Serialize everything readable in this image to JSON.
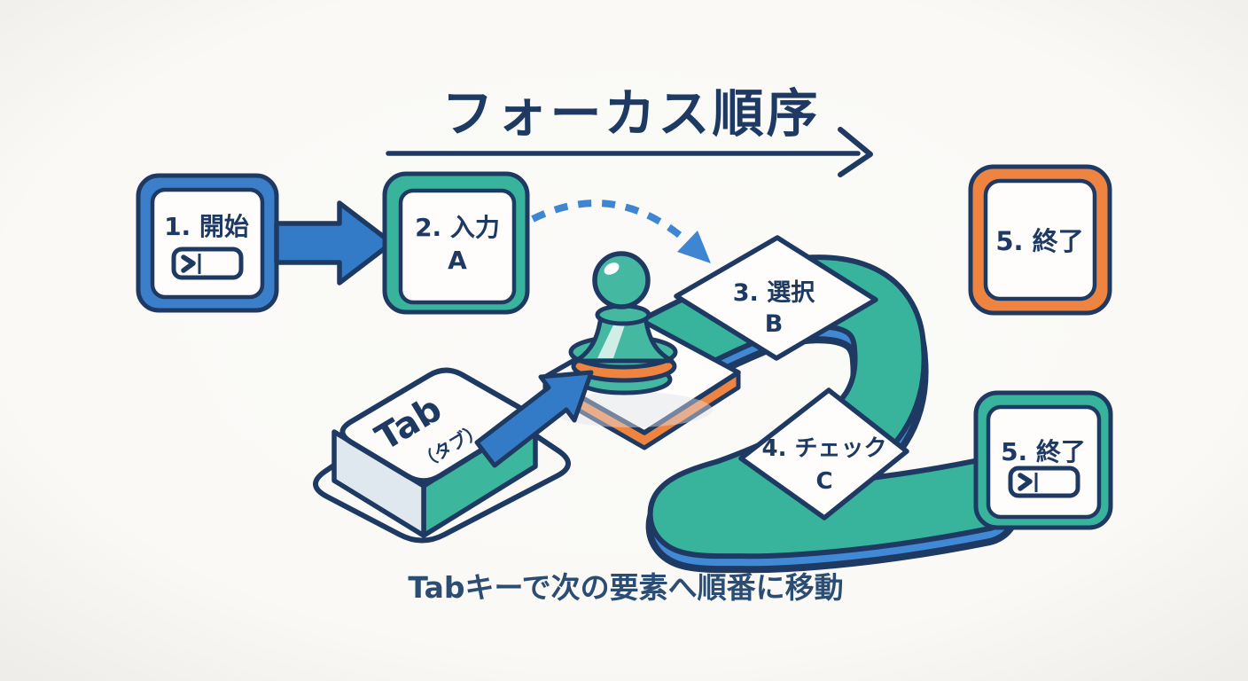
{
  "title": "フォーカス順序",
  "caption": "Tabキーで次の要素へ順番に移動",
  "colors": {
    "navy_outline": "#1e3a63",
    "blue": "#337bc7",
    "blue_edge": "#4189d4",
    "teal": "#38b49c",
    "orange": "#ef8440",
    "background": "#faf9f6",
    "card_white": "#fefdfb",
    "key_side_light": "#dfe8ee"
  },
  "steps": [
    {
      "id": 1,
      "label": "1. 開始",
      "shape": "square",
      "border_color": "#3b7fca",
      "has_input_icon": true
    },
    {
      "id": 2,
      "label": "2. 入力",
      "sublabel": "A",
      "shape": "square",
      "border_color": "#38b49c"
    },
    {
      "id": 3,
      "label": "3. 選択",
      "sublabel": "B",
      "shape": "diamond",
      "border_color": "#1e3a63"
    },
    {
      "id": 4,
      "label": "4. チェック",
      "sublabel": "C",
      "shape": "diamond",
      "border_color": "#1e3a63"
    },
    {
      "id": 5,
      "label": "5. 終了",
      "shape": "square",
      "border_color": "#ef8440",
      "variant": "top-right"
    },
    {
      "id": 5,
      "label": "5. 終了",
      "shape": "square",
      "border_color": "#38b49c",
      "variant": "bottom-right",
      "has_input_icon": true
    }
  ],
  "tab_key": {
    "label": "Tab",
    "sublabel": "（タブ）"
  },
  "icons": {
    "input_field_icon": "❯|",
    "arrow_right_icon": "→",
    "dashed_jump_arrow_icon": "curved dashed →",
    "pawn_icon": "♟",
    "tab_key_icon": "isometric keycap"
  }
}
